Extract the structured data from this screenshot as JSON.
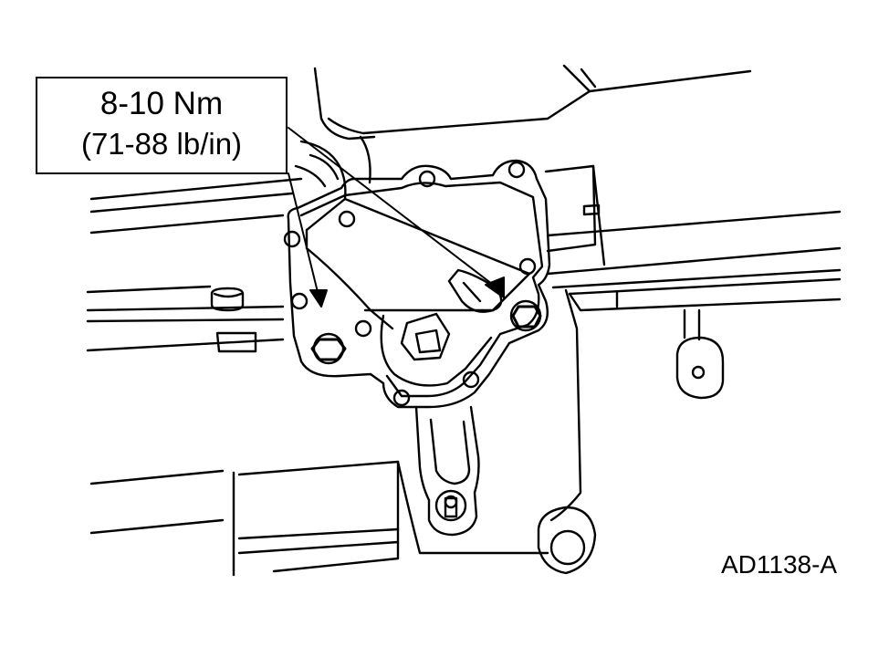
{
  "callout": {
    "torque_nm": "8-10 Nm",
    "torque_lbin": "(71-88 lb/in)"
  },
  "figure_id": "AD1138-A",
  "colors": {
    "line": "#000000",
    "background": "#ffffff"
  }
}
